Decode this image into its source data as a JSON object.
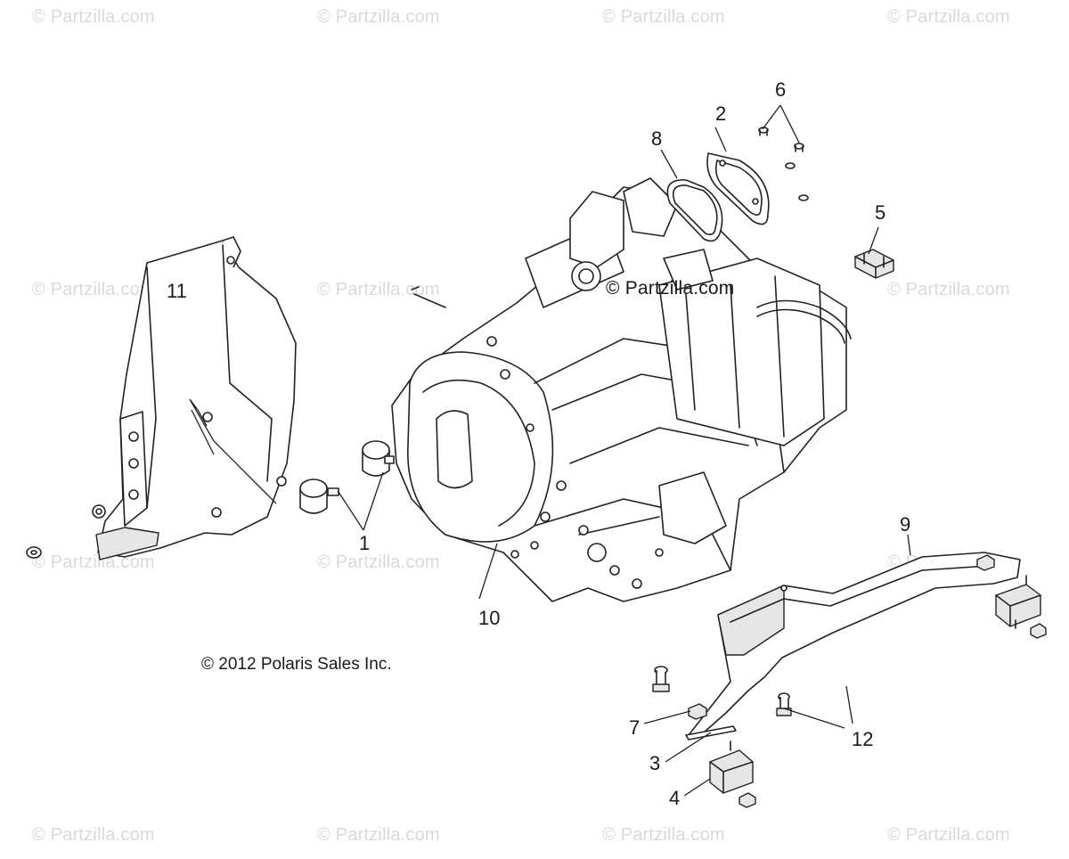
{
  "watermark": "© Partzilla.com",
  "copyright": "© 2012 Polaris Sales Inc.",
  "callouts": {
    "c1": "1",
    "c2": "2",
    "c3": "3",
    "c4": "4",
    "c5": "5",
    "c6": "6",
    "c7": "7",
    "c8": "8",
    "c9": "9",
    "c10": "10",
    "c11": "11",
    "c12": "12"
  }
}
